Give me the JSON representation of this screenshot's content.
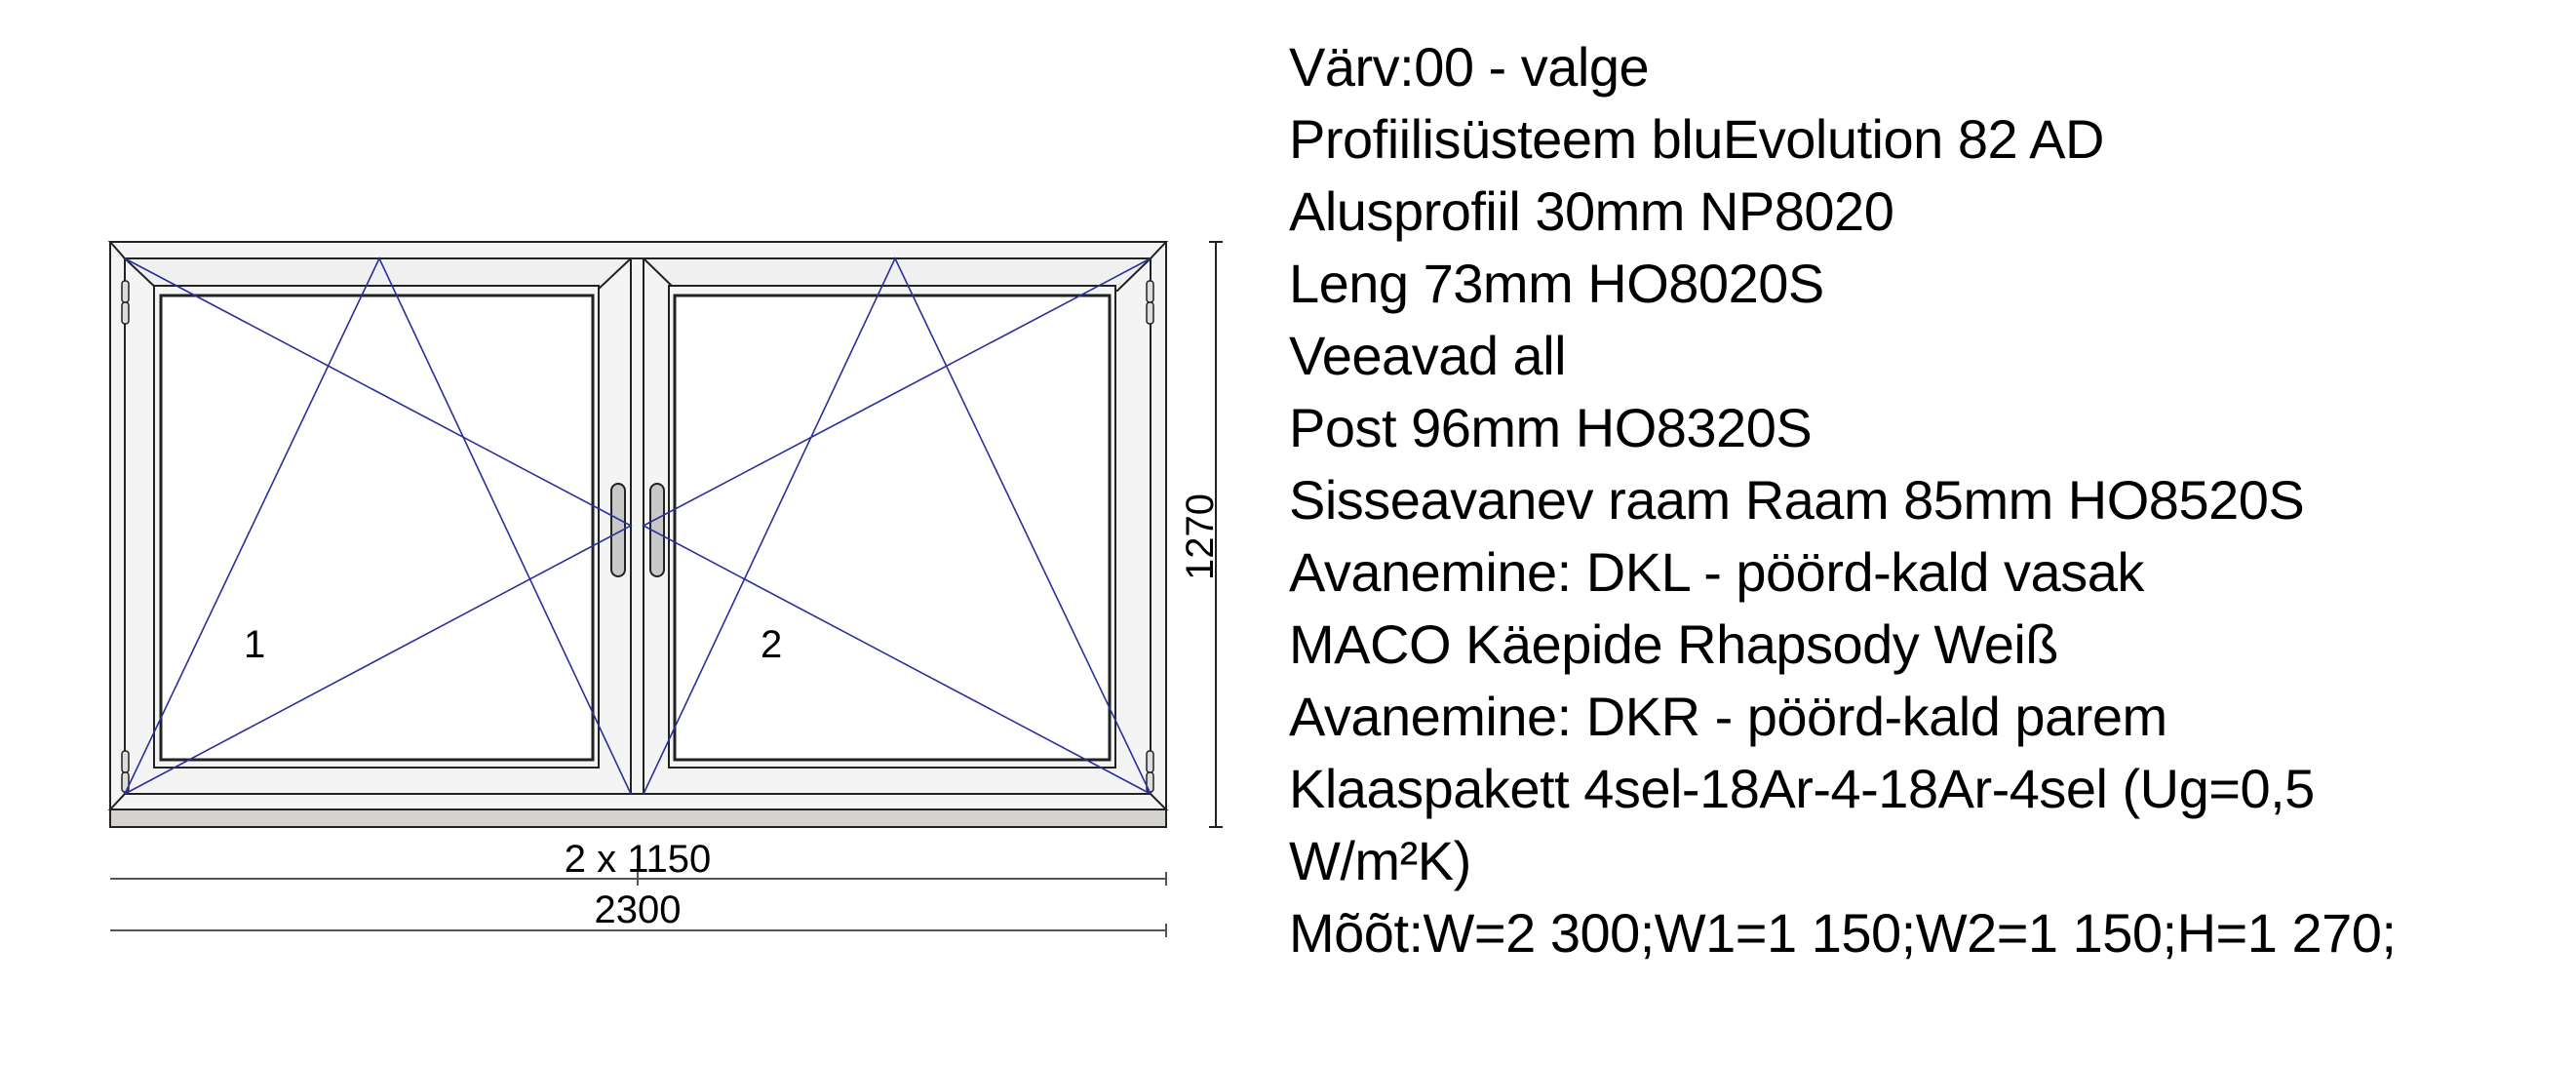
{
  "drawing": {
    "sash_labels": [
      "1",
      "2"
    ],
    "dimensions": {
      "height": "1270",
      "sash_widths": "2 x 1150",
      "total_width": "2300"
    },
    "colors": {
      "frame_stroke": "#222222",
      "frame_fill": "#f4f4f4",
      "sill_fill": "#d5d3cf",
      "opening_lines": "#2b2f9a",
      "handle_fill": "#c8c8c8"
    }
  },
  "specs": [
    "Värv:00 - valge",
    "Profiilisüsteem bluEvolution 82 AD",
    "Alusprofiil 30mm NP8020",
    "Leng 73mm HO8020S",
    "Veeavad all",
    "Post 96mm HO8320S",
    "Sisseavanev raam Raam 85mm HO8520S",
    "Avanemine: DKL - pöörd-kald vasak",
    "MACO Käepide Rhapsody Weiß",
    "Avanemine: DKR - pöörd-kald parem",
    "Klaaspakett 4sel-18Ar-4-18Ar-4sel (Ug=0,5",
    "W/m²K)",
    "Mõõt:W=2 300;W1=1 150;W2=1 150;H=1 270;"
  ]
}
